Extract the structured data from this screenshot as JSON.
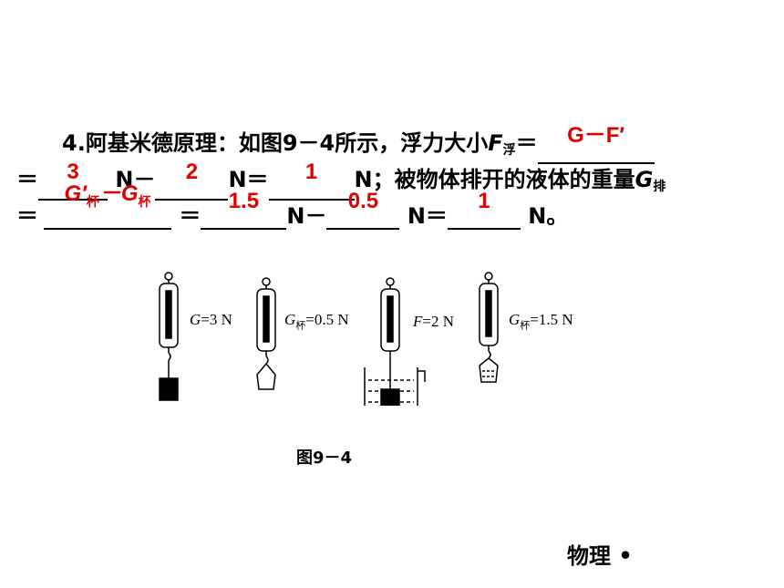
{
  "q": {
    "number": "4.",
    "intro": "阿基米德原理：如图9－4所示，浮力大小",
    "F_letter": "F",
    "F_sub": "浮",
    "eq": "＝",
    "N": "N",
    "minus": "－",
    "semicolon_text": "；被物体排开的液体的重量",
    "G_letter": "G",
    "G_sub": "排",
    "end": "。",
    "answers": {
      "a1": "G－F′",
      "a2": "3",
      "a3": "2",
      "a4": "1",
      "a5_main": "G′",
      "a5_sub1": "杯",
      "a5_minus": "－G",
      "a5_sub2": "杯",
      "a6": "1.5",
      "a7": "0.5",
      "a8": "1"
    }
  },
  "figure": {
    "labels": {
      "g1_pre": "G",
      "g1_val": "=3 N",
      "g2_pre": "G",
      "g2_sub": "杯",
      "g2_val": "=0.5 N",
      "f_pre": "F",
      "f_val": "=2 N",
      "g3_pre": "G",
      "g3_sub": "杯",
      "g3_val": "=1.5 N"
    },
    "caption": "图9－4"
  },
  "footer": {
    "text": "物理 •"
  }
}
